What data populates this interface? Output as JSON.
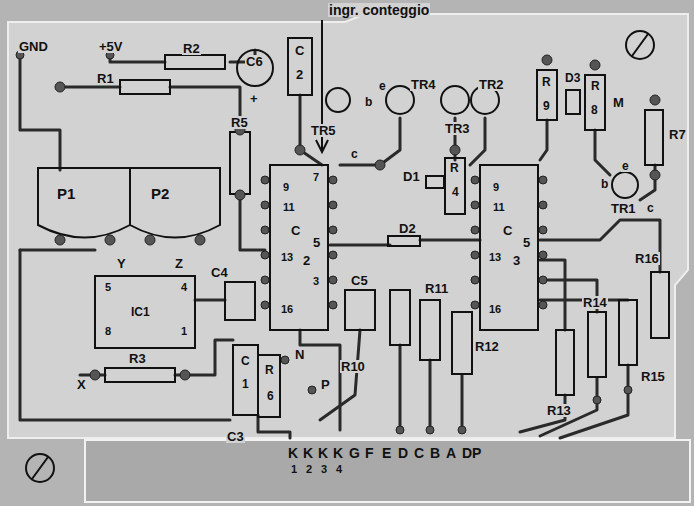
{
  "diagram": {
    "labels": [
      "ingr. conteggio",
      "GND",
      "+5V",
      "R2",
      "R1",
      "C6",
      "+",
      "C",
      "2",
      "e",
      "TR4",
      "TR2",
      "b",
      "TR5",
      "c",
      "TR3",
      "R",
      "9",
      "D3",
      "R",
      "8",
      "M",
      "R7",
      "R5",
      "P1",
      "P2",
      "9",
      "7",
      "11",
      "C",
      "5",
      "13",
      "2",
      "3",
      "16",
      "C4",
      "D1",
      "R",
      "4",
      "D2",
      "9",
      "11",
      "C",
      "5",
      "13",
      "3",
      "16",
      "b",
      "e",
      "TR1",
      "c",
      "R16",
      "R11",
      "R14",
      "Y",
      "Z",
      "IC1",
      "5",
      "4",
      "8",
      "1",
      "C5",
      "R12",
      "X",
      "R3",
      "N",
      "P",
      "R10",
      "C",
      "1",
      "R",
      "6",
      "C3",
      "K",
      "1",
      "K",
      "2",
      "K",
      "3",
      "K",
      "4",
      "G",
      "F",
      "E",
      "D",
      "C",
      "B",
      "A",
      "DP",
      "R13",
      "R15"
    ]
  }
}
